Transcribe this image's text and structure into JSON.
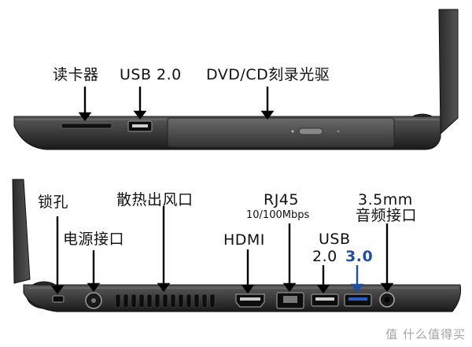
{
  "top_view": {
    "labels": {
      "card_reader": "读卡器",
      "usb20": "USB 2.0",
      "dvd": "DVD/CD刻录光驱"
    }
  },
  "bottom_view": {
    "labels": {
      "lock": "锁孔",
      "power": "电源接口",
      "vent": "散热出风口",
      "hdmi": "HDMI",
      "rj45": "RJ45",
      "rj45_speed": "10/100Mbps",
      "usb": "USB",
      "usb20": "2.0",
      "usb30": "3.0",
      "audio_size": "3.5mm",
      "audio": "音频接口"
    }
  },
  "watermark": "值 什么值得买",
  "colors": {
    "body": "#3a3a3a",
    "body_dark": "#1e1e1e",
    "accent_blue": "#1f4ea3"
  }
}
